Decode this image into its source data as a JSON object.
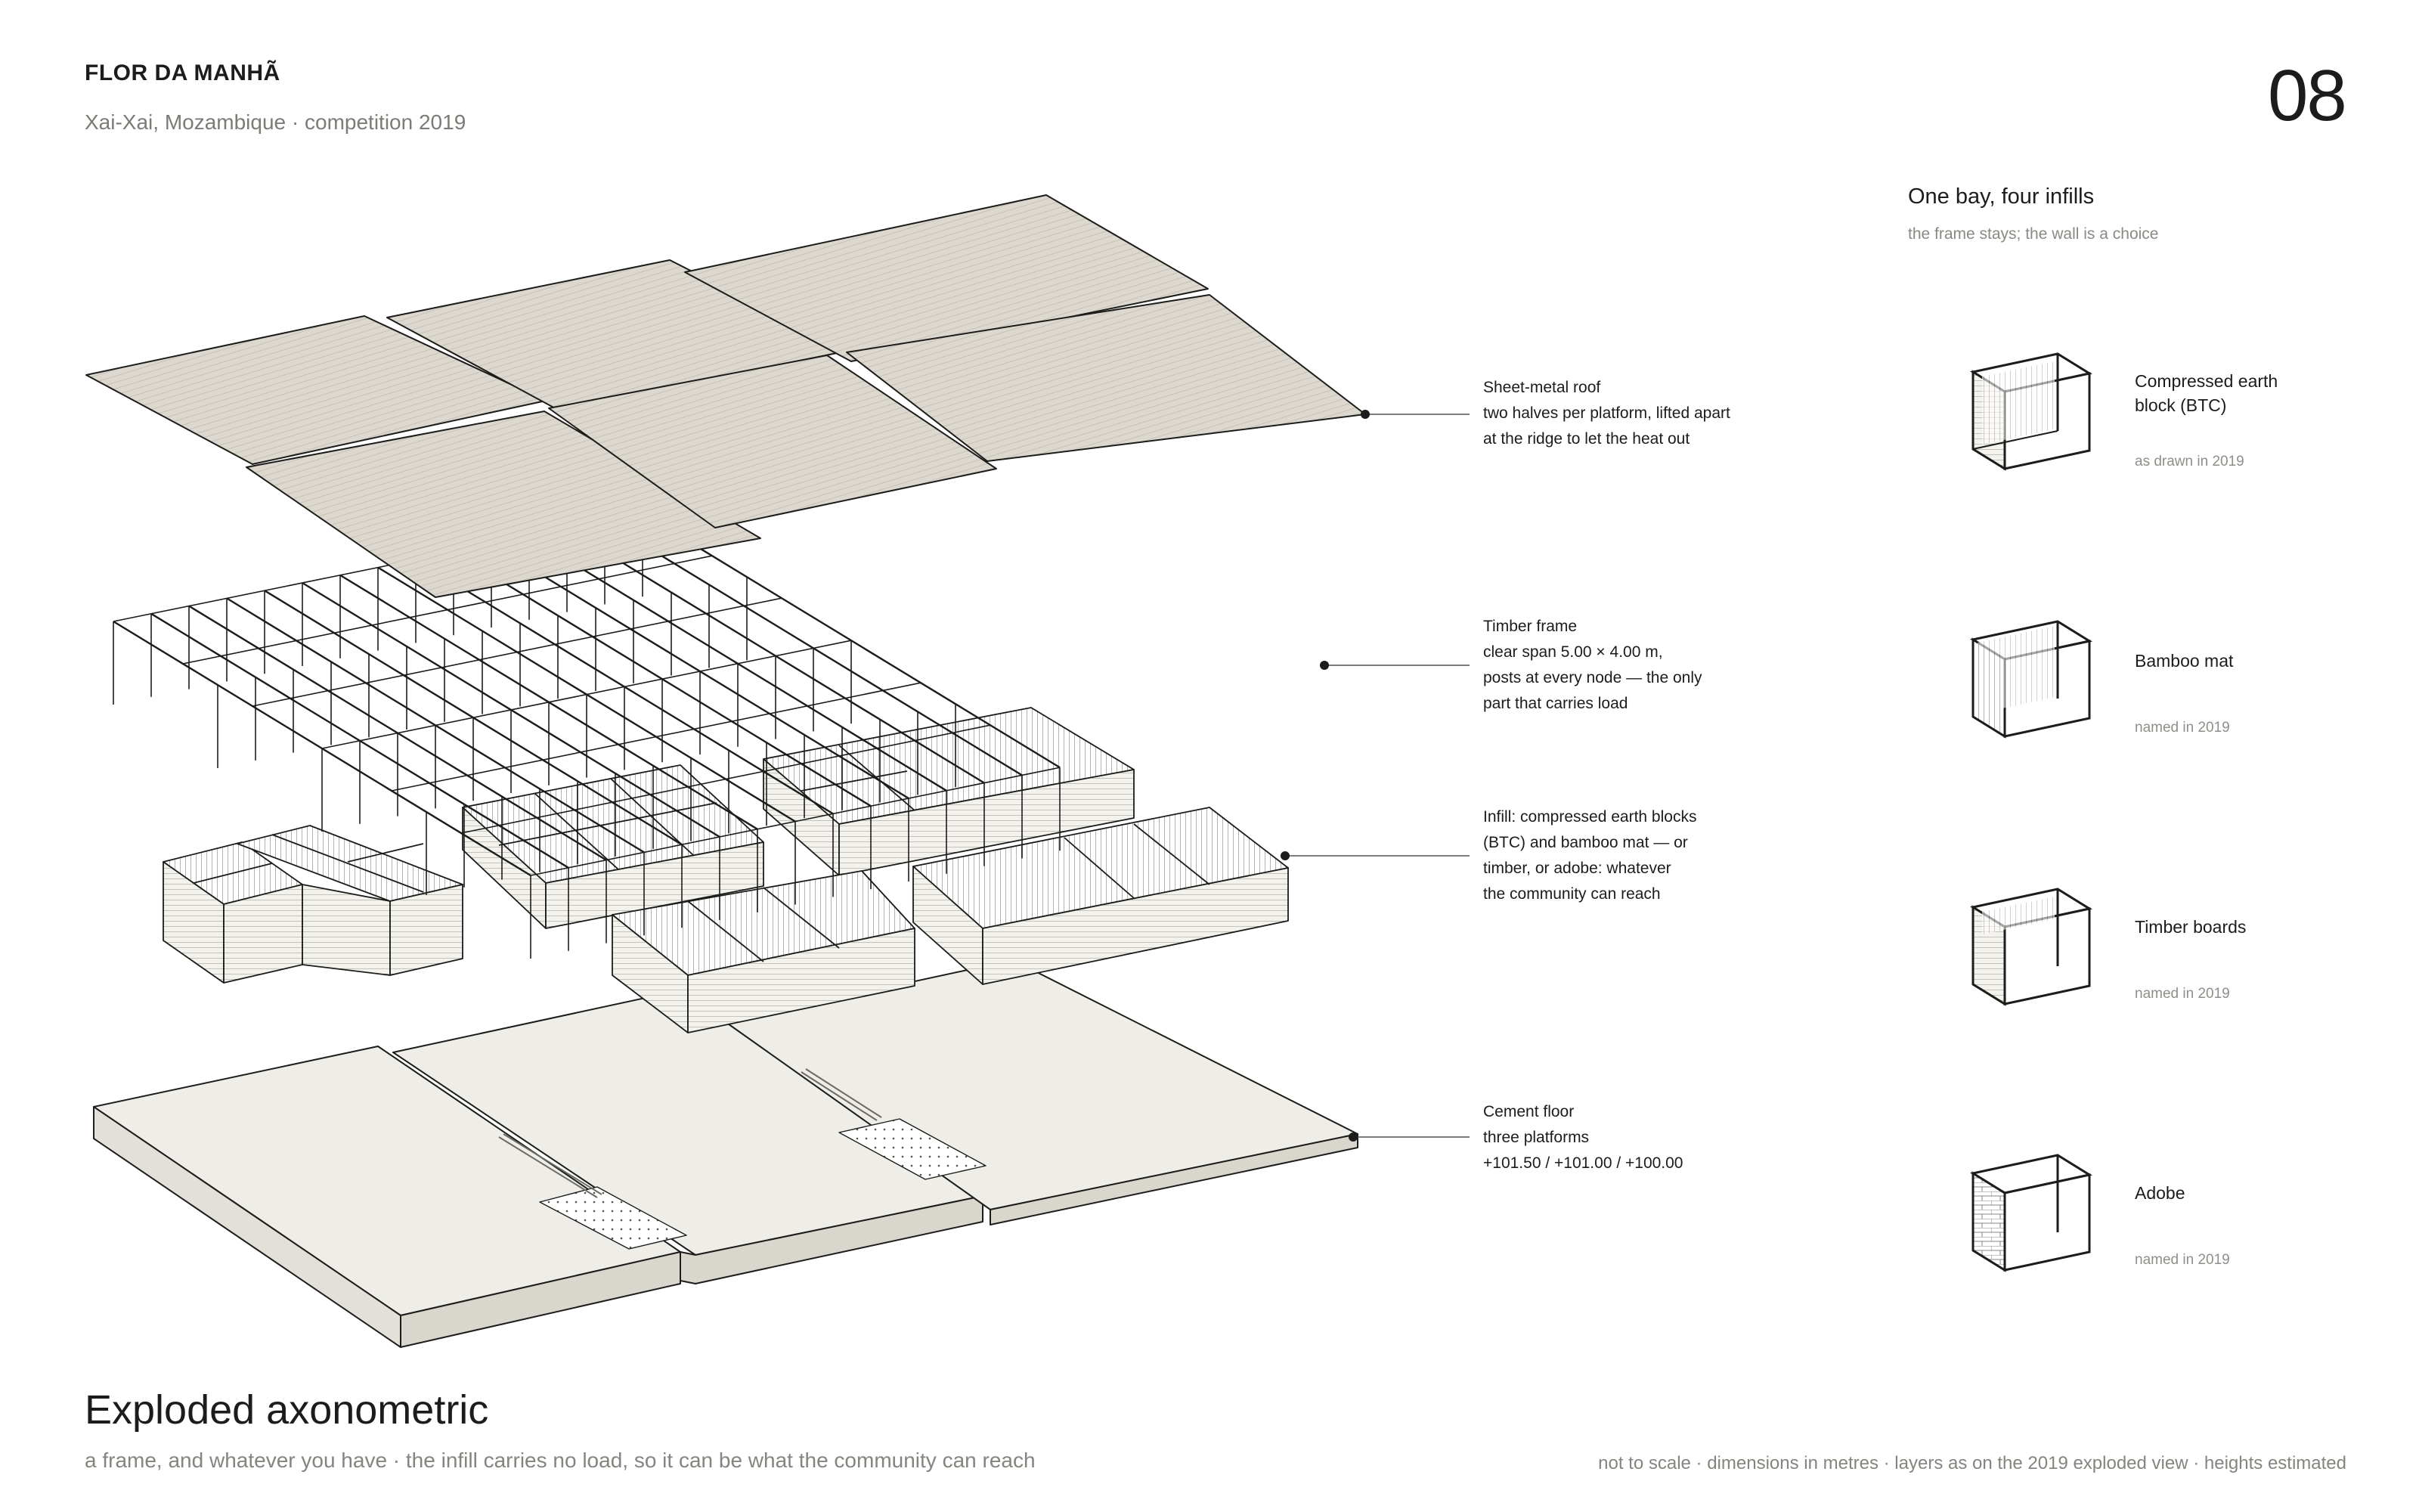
{
  "header": {
    "title": "FLOR DA MANHÃ",
    "subtitle": "Xai-Xai, Mozambique  ·  competition 2019",
    "sheet_number": "08"
  },
  "callouts": [
    {
      "label": "Sheet-metal roof\ntwo halves per platform, lifted apart\nat the ridge to let the heat out"
    },
    {
      "label": "Timber frame\nclear span 5.00 × 4.00 m,\nposts at every node — the only\npart that carries load"
    },
    {
      "label": "Infill: compressed earth blocks\n(BTC) and bamboo mat — or\ntimber, or adobe: whatever\nthe community can reach"
    },
    {
      "label": "Cement floor\nthree platforms\n+101.50 / +101.00 / +100.00"
    }
  ],
  "panel": {
    "title": "One bay, four infills",
    "subtitle": "the frame stays; the wall is a choice",
    "infills": [
      {
        "label": "Compressed earth block (BTC)",
        "note": "as drawn in 2019",
        "icon": "btc-infill-cube-icon"
      },
      {
        "label": "Bamboo mat",
        "note": "named in 2019",
        "icon": "bamboo-infill-cube-icon"
      },
      {
        "label": "Timber boards",
        "note": "named in 2019",
        "icon": "timber-infill-cube-icon"
      },
      {
        "label": "Adobe",
        "note": "named in 2019",
        "icon": "adobe-infill-cube-icon"
      }
    ]
  },
  "footer": {
    "view_title": "Exploded axonometric",
    "view_subtitle": "a frame, and whatever you have  ·  the infill carries no load, so it can be what the community can reach",
    "notes": "not to scale  ·  dimensions in metres  ·  layers as on the 2019 exploded view  ·  heights estimated"
  },
  "colors": {
    "ink": "#1c1c1a",
    "roof_fill": "#dcd8cf",
    "floor_fill": "#efede8",
    "muted_text": "#85847e"
  }
}
